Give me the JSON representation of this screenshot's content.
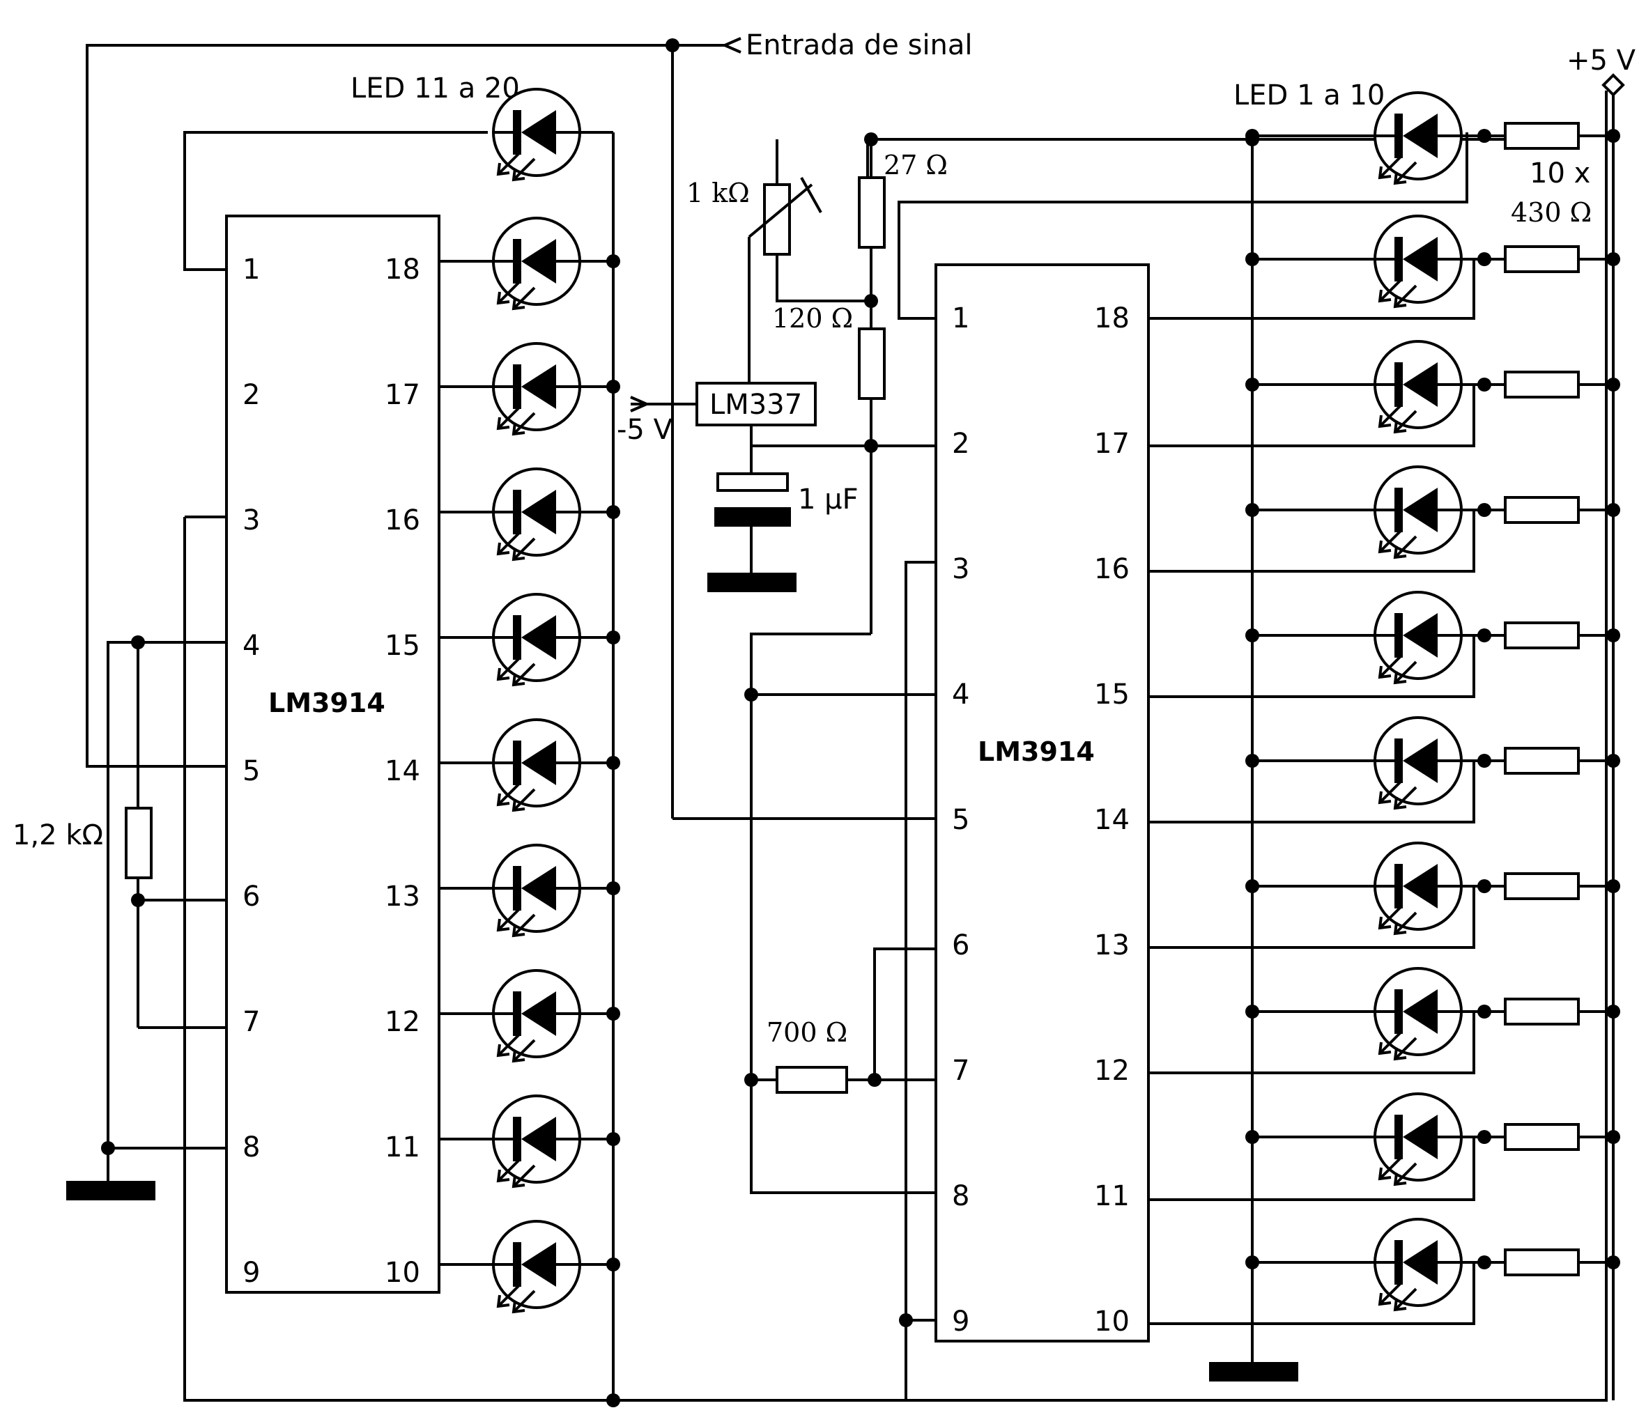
{
  "labels": {
    "signal_input": "Entrada de sinal",
    "supply": "+5 V",
    "neg_supply": "-5 V",
    "leds_left": "LED 11 a 20",
    "leds_right": "LED 1 a 10",
    "regulator": "LM337",
    "r_trim": "1 kΩ",
    "r_27": "27 Ω",
    "r_120": "120 Ω",
    "cap": "1 μF",
    "r_700": "700 Ω",
    "r_12k": "1,2 kΩ",
    "r_array_count": "10 x",
    "r_array_value": "430 Ω"
  },
  "chips": {
    "left_name": "LM3914",
    "right_name": "LM3914",
    "left_pins": [
      "1",
      "2",
      "3",
      "4",
      "5",
      "6",
      "7",
      "8",
      "9"
    ],
    "right_pins": [
      "18",
      "17",
      "16",
      "15",
      "14",
      "13",
      "12",
      "11",
      "10"
    ]
  },
  "icons": {
    "led": "led-icon",
    "ground": "ground-icon",
    "supply_terminal": "diamond-terminal-icon"
  }
}
